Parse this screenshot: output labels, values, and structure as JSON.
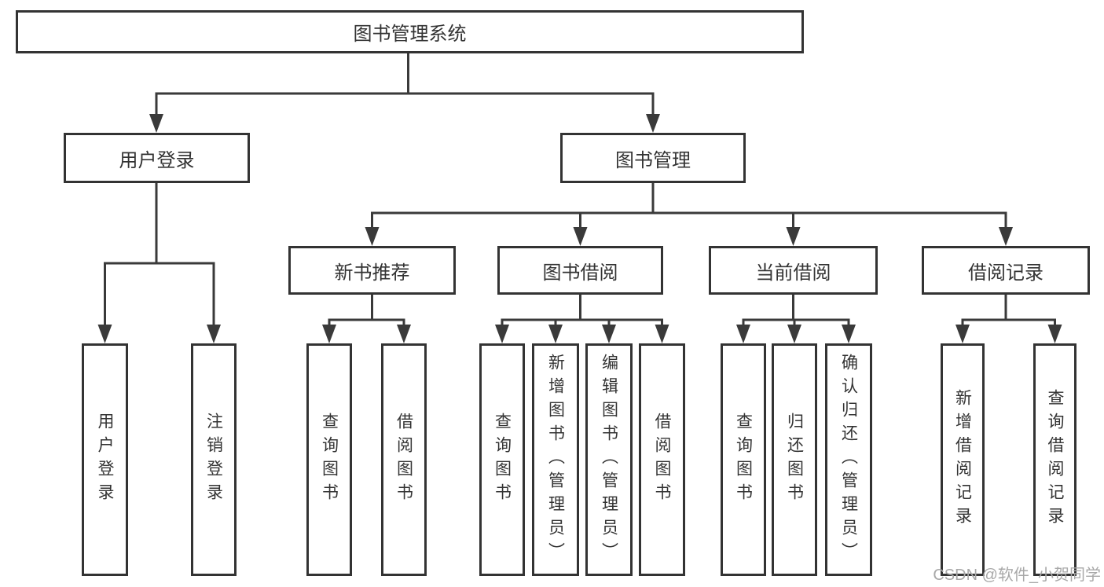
{
  "diagram": {
    "title": "图书管理系统",
    "level2": [
      {
        "label": "用户登录"
      },
      {
        "label": "图书管理"
      }
    ],
    "level3": [
      {
        "label": "新书推荐",
        "parent": "图书管理"
      },
      {
        "label": "图书借阅",
        "parent": "图书管理"
      },
      {
        "label": "当前借阅",
        "parent": "图书管理"
      },
      {
        "label": "借阅记录",
        "parent": "图书管理"
      }
    ],
    "leaves": [
      {
        "label": "用户登录",
        "parent": "用户登录"
      },
      {
        "label": "注销登录",
        "parent": "用户登录"
      },
      {
        "label": "查询图书",
        "parent": "新书推荐"
      },
      {
        "label": "借阅图书",
        "parent": "新书推荐"
      },
      {
        "label": "查询图书",
        "parent": "图书借阅"
      },
      {
        "label": "新增图书（管理员）",
        "parent": "图书借阅"
      },
      {
        "label": "编辑图书（管理员）",
        "parent": "图书借阅"
      },
      {
        "label": "借阅图书",
        "parent": "图书借阅"
      },
      {
        "label": "查询图书",
        "parent": "当前借阅"
      },
      {
        "label": "归还图书",
        "parent": "当前借阅"
      },
      {
        "label": "确认归还（管理员）",
        "parent": "当前借阅"
      },
      {
        "label": "新增借阅记录",
        "parent": "借阅记录"
      },
      {
        "label": "查询借阅记录",
        "parent": "借阅记录"
      }
    ],
    "colors": {
      "line": "#3a3a3a",
      "text": "#333333",
      "background": "#ffffff",
      "watermark": "#a8a8a8"
    }
  },
  "watermark": {
    "text": "CSDN @软件_小贺同学"
  }
}
